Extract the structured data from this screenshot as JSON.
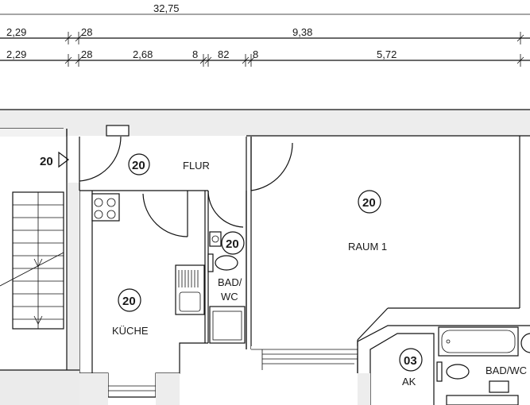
{
  "dimensions": {
    "total": "32,75",
    "row1": [
      "2,29",
      "28",
      "9,38"
    ],
    "row2": [
      "2,29",
      "28",
      "2,68",
      "8",
      "82",
      "8",
      "5,72"
    ]
  },
  "rooms": {
    "flur": {
      "label": "FLUR",
      "number": "20"
    },
    "stair": {
      "number": "20"
    },
    "raum1": {
      "label": "RAUM 1",
      "number": "20"
    },
    "kueche": {
      "label": "KÜCHE",
      "number": "20"
    },
    "bad": {
      "label_line1": "BAD/",
      "label_line2": "WC",
      "number": "20"
    },
    "ak": {
      "label": "AK",
      "number": "03"
    },
    "badwc2": {
      "label": "BAD/WC"
    }
  }
}
